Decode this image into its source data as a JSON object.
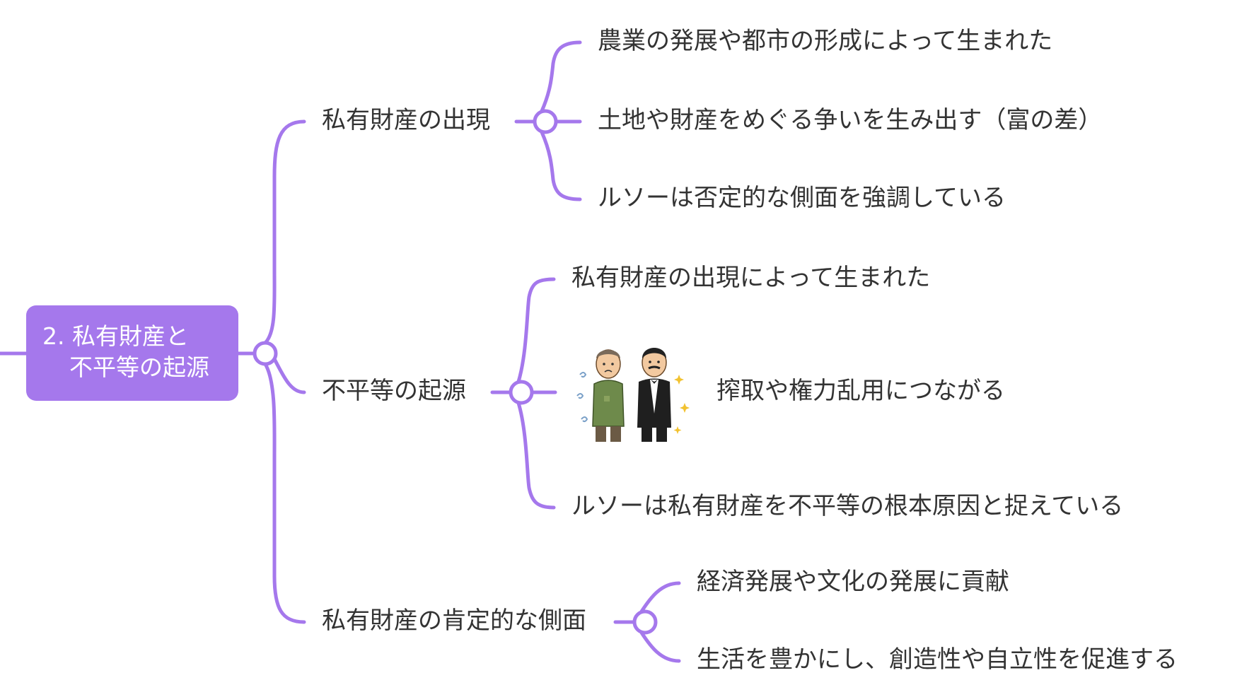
{
  "colors": {
    "edge": "#a578ec",
    "root_bg": "#a578ec",
    "text": "#333333"
  },
  "root": {
    "line1": "2. 私有財産と",
    "line2": "不平等の起源"
  },
  "branches": [
    {
      "label": "私有財産の出現",
      "children": [
        "農業の発展や都市の形成によって生まれた",
        "土地や財産をめぐる争いを生み出す（富の差）",
        "ルソーは否定的な側面を強調している"
      ]
    },
    {
      "label": "不平等の起源",
      "children": [
        "私有財産の出現によって生まれた",
        "搾取や権力乱用につながる",
        "ルソーは私有財産を不平等の根本原因と捉えている"
      ],
      "illustration": "poor-and-rich-men-icon"
    },
    {
      "label": "私有財産の肯定的な側面",
      "children": [
        "経済発展や文化の発展に貢献",
        "生活を豊かにし、創造性や自立性を促進する"
      ]
    }
  ]
}
